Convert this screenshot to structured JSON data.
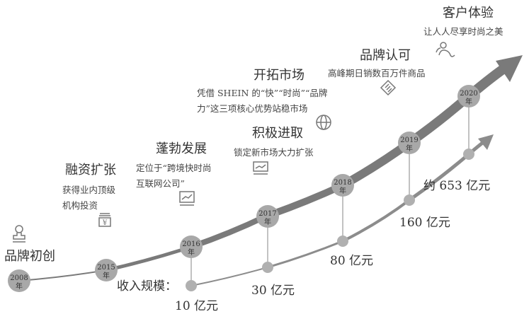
{
  "colors": {
    "main_curve": "#7a7a7a",
    "node": "#a8a8a8",
    "revenue_curve": "#8c8c8c",
    "icon": "#777777"
  },
  "milestones": [
    {
      "year": "2008",
      "unit": "年",
      "title": "品牌初创",
      "desc": [],
      "icon": "stamp-icon"
    },
    {
      "year": "2015",
      "unit": "年",
      "title": "融资扩张",
      "desc": [
        "获得业内顶级",
        "机构投资"
      ],
      "icon": "money-jar-icon"
    },
    {
      "year": "2016",
      "unit": "年",
      "title": "蓬勃发展",
      "desc": [
        "定位于“跨境快时尚",
        "互联网公司”"
      ],
      "icon": "trend-chart-icon"
    },
    {
      "year": "2017",
      "unit": "年",
      "title": "积极进取",
      "desc": [
        "锁定新市场大力扩张"
      ],
      "icon": "monitor-chart-icon"
    },
    {
      "year": "2018",
      "unit": "年",
      "title": "开拓市场",
      "desc": [
        "凭借 SHEIN 的“快”“时尚”“品牌",
        "力”这三项核心优势站稳市场"
      ],
      "icon": "globe-icon"
    },
    {
      "year": "2019",
      "unit": "年",
      "title": "品牌认可",
      "desc": [
        "高峰期日销数百万件商品"
      ],
      "icon": "handshake-icon"
    },
    {
      "year": "2020",
      "unit": "年",
      "title": "客户体验",
      "desc": [
        "让人人尽享时尚之美"
      ],
      "icon": "people-icon"
    }
  ],
  "revenue": {
    "label": "收入规模：",
    "points": [
      {
        "year": "2016",
        "value": "10 亿元"
      },
      {
        "year": "2017",
        "value": "30 亿元"
      },
      {
        "year": "2018",
        "value": "80 亿元"
      },
      {
        "year": "2019",
        "value": "160 亿元"
      },
      {
        "year": "2020",
        "value": "约 653 亿元"
      }
    ]
  }
}
